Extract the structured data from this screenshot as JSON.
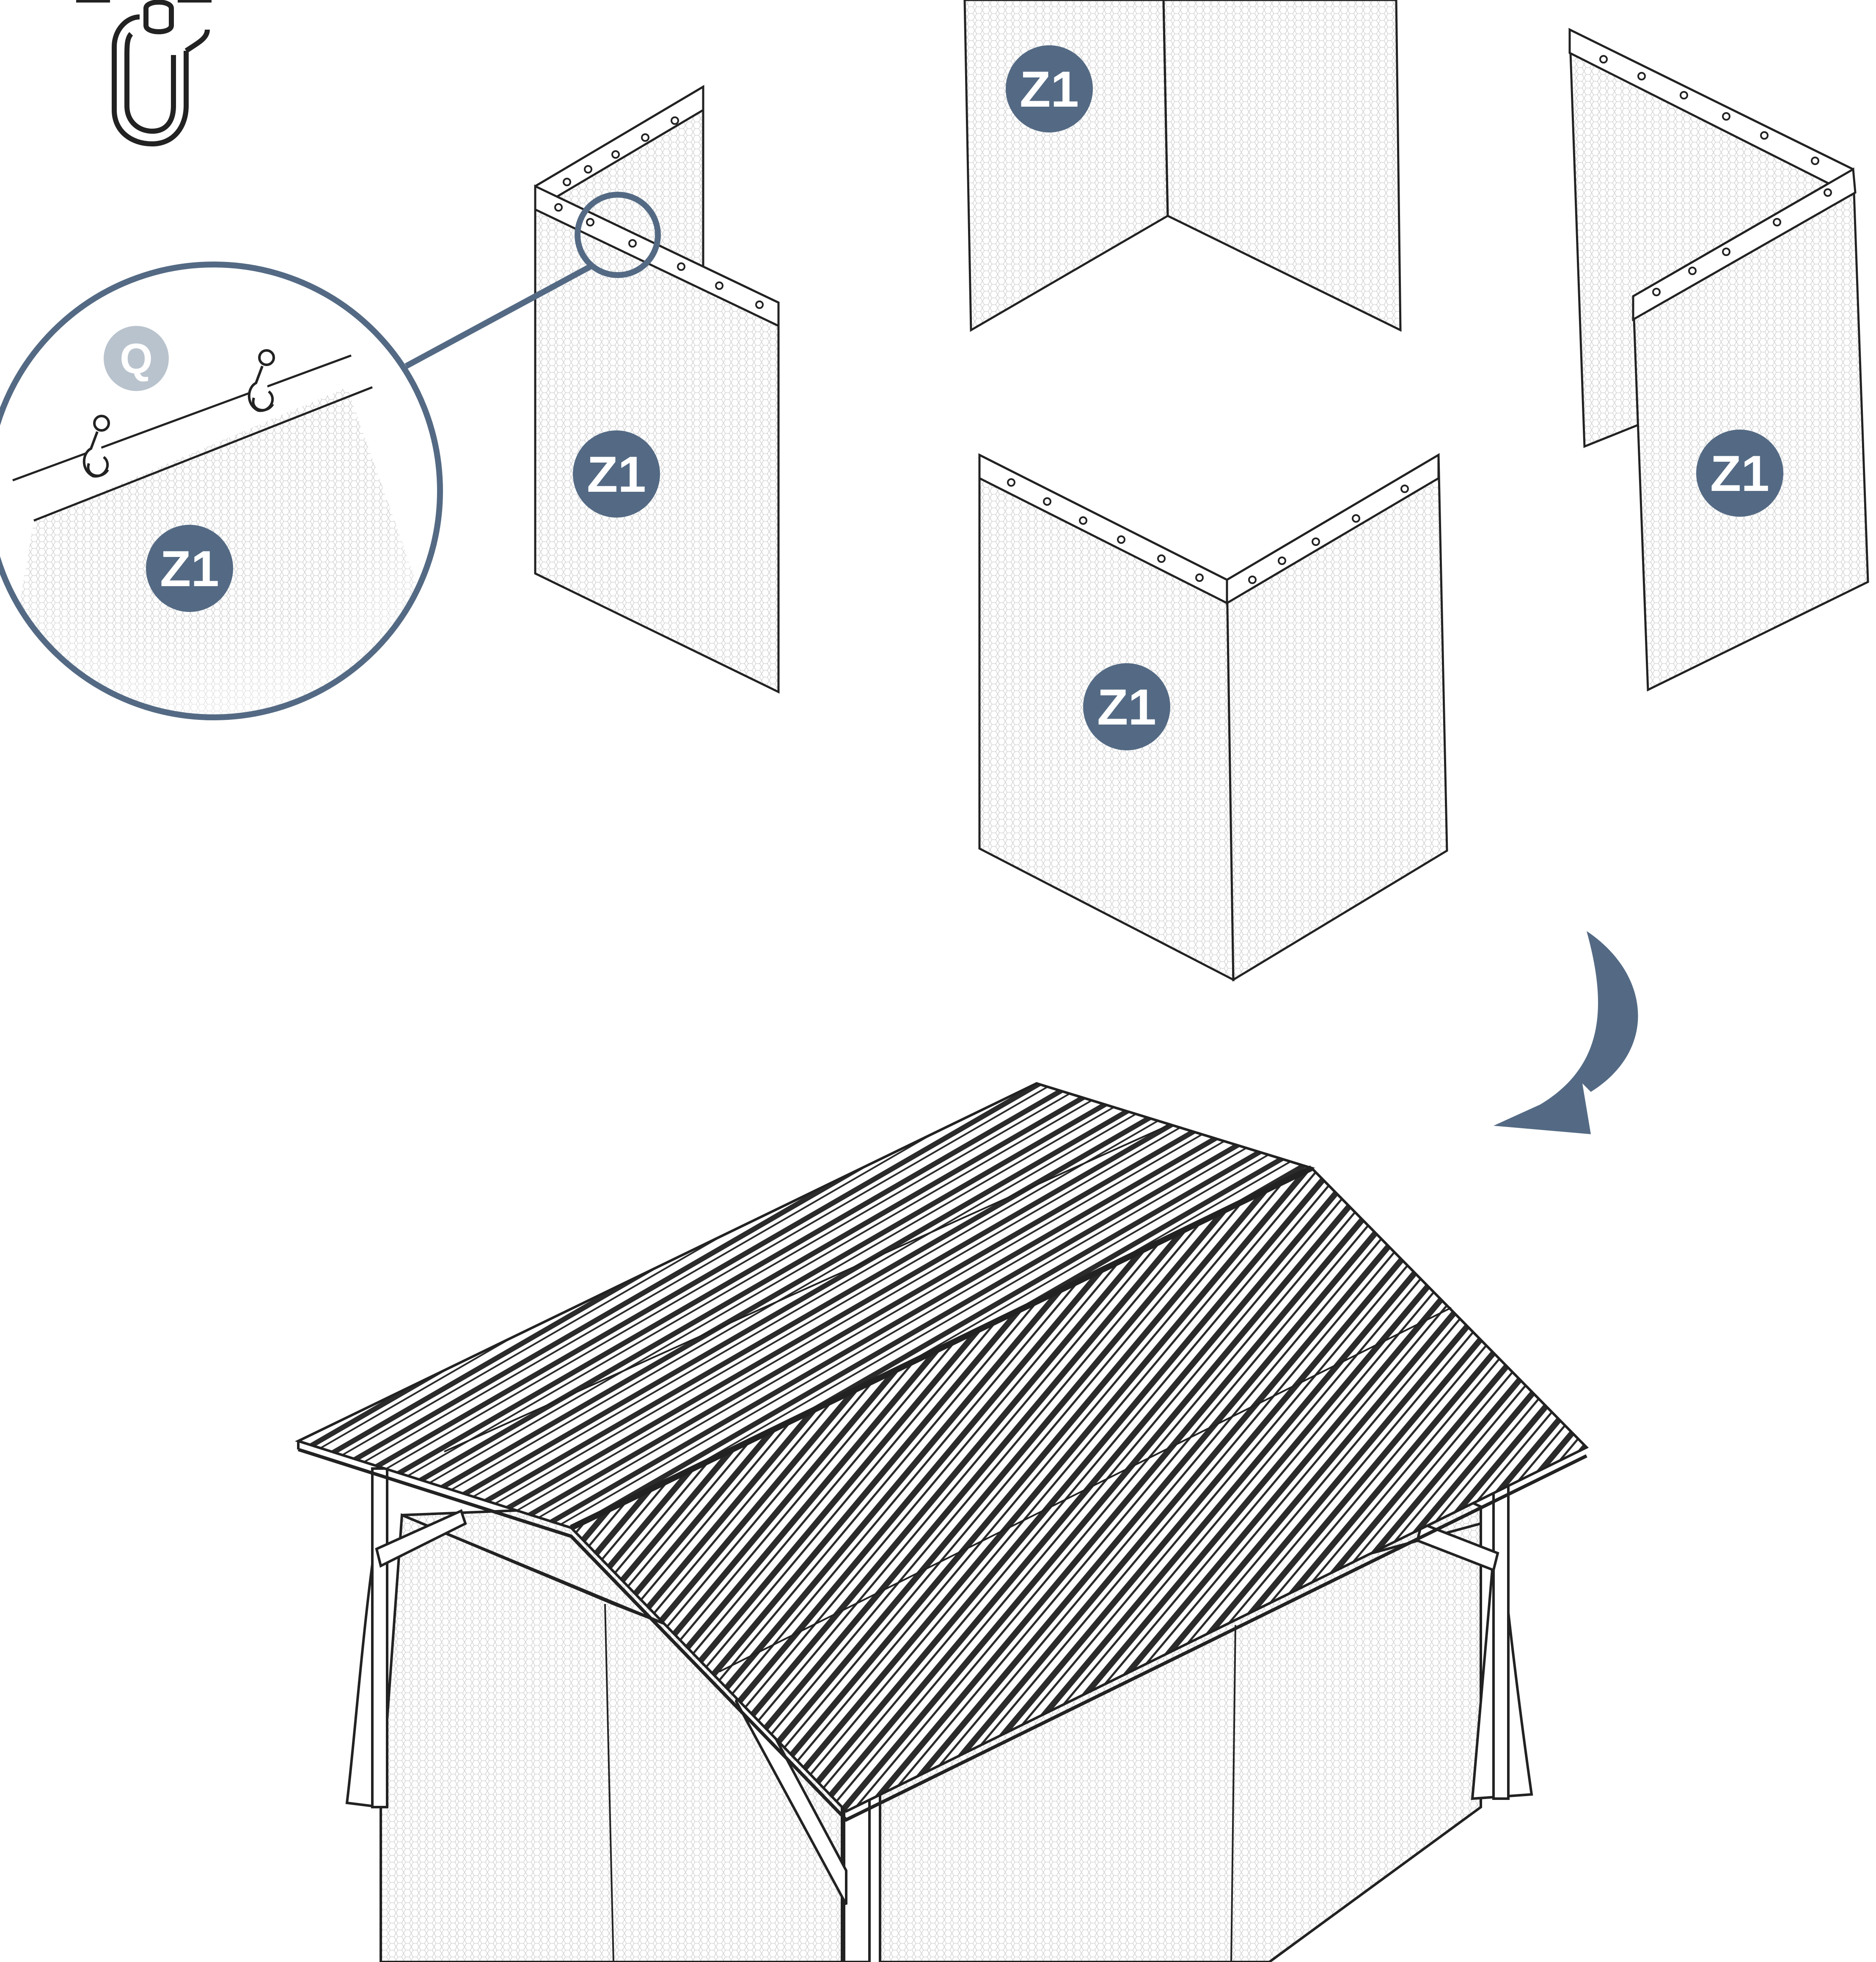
{
  "colors": {
    "badge": "#546a84",
    "badge_light": "#b9c3cd",
    "line": "#222222",
    "mesh": "#d9d9d9",
    "background": "#ffffff"
  },
  "badges": {
    "q": "Q",
    "z1_detail": "Z1",
    "z1_left": "Z1",
    "z1_top": "Z1",
    "z1_right": "Z1",
    "z1_center": "Z1"
  },
  "icons": {
    "hook": "curtain-hook-icon",
    "arrow": "curved-arrow-icon"
  }
}
